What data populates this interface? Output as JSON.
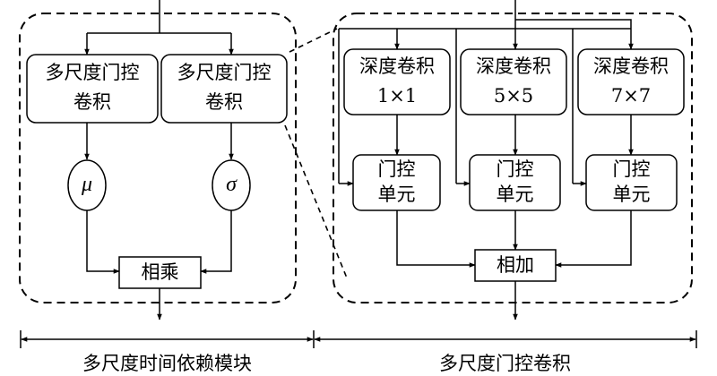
{
  "left_module": {
    "gated_conv_a": {
      "line1": "多尺度门控",
      "line2": "卷积"
    },
    "gated_conv_b": {
      "line1": "多尺度门控",
      "line2": "卷积"
    },
    "mu_symbol": "μ",
    "sigma_symbol": "σ",
    "multiply_label": "相乘",
    "caption": "多尺度时间依赖模块"
  },
  "right_module": {
    "depth_convs": [
      {
        "line1": "深度卷积",
        "line2": "1×1"
      },
      {
        "line1": "深度卷积",
        "line2": "5×5"
      },
      {
        "line1": "深度卷积",
        "line2": "7×7"
      }
    ],
    "gate_units": [
      {
        "line1": "门控",
        "line2": "单元"
      },
      {
        "line1": "门控",
        "line2": "单元"
      },
      {
        "line1": "门控",
        "line2": "单元"
      }
    ],
    "add_label": "相加",
    "caption": "多尺度门控卷积"
  }
}
